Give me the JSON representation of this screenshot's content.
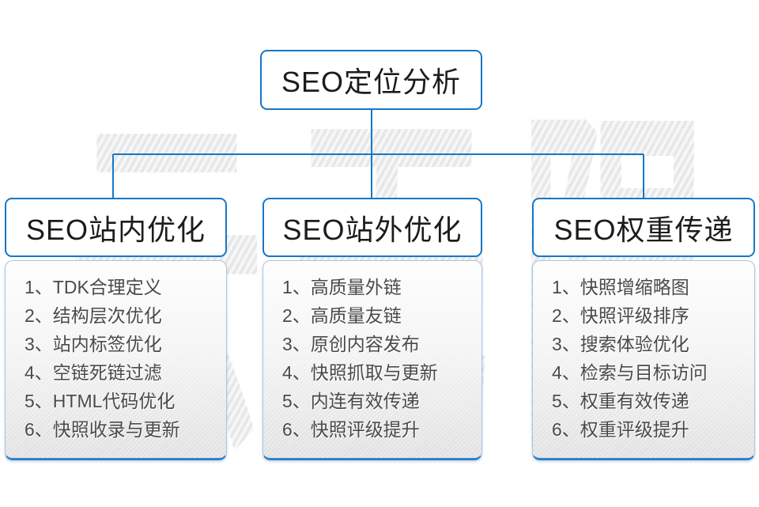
{
  "watermark": {
    "text": "云无限",
    "color": "#ededed"
  },
  "root_node": {
    "title": "SEO定位分析"
  },
  "columns": [
    {
      "title": "SEO站内优化",
      "items": [
        "1、TDK合理定义",
        "2、结构层次优化",
        "3、站内标签优化",
        "4、空链死链过滤",
        "5、HTML代码优化",
        "6、快照收录与更新"
      ]
    },
    {
      "title": "SEO站外优化",
      "items": [
        "1、高质量外链",
        "2、高质量友链",
        "3、原创内容发布",
        "4、快照抓取与更新",
        "5、内连有效传递",
        "6、快照评级提升"
      ]
    },
    {
      "title": "SEO权重传递",
      "items": [
        "1、快照增缩略图",
        "2、快照评级排序",
        "3、搜索体验优化",
        "4、检索与目标访问",
        "5、权重有效传递",
        "6、权重评级提升"
      ]
    }
  ],
  "colors": {
    "accent_blue": "#1677c8",
    "panel_border": "#a9c6e2",
    "panel_bottom_border": "#2e80cf",
    "title_text": "#1c1c1c",
    "item_text": "#4a4a4a",
    "watermark_gray": "#ededed"
  }
}
